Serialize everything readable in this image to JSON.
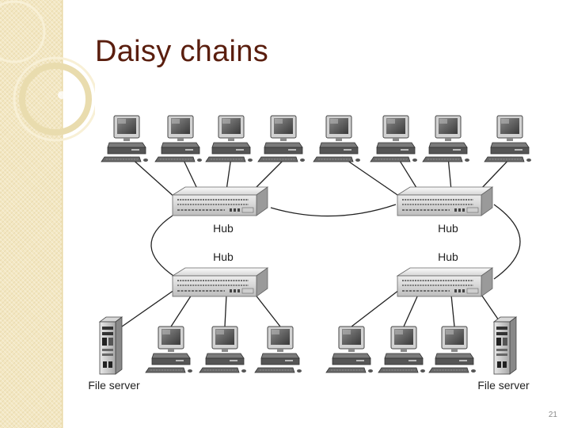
{
  "slide": {
    "title": "Daisy chains",
    "page_number": "21"
  },
  "diagram": {
    "hubs": [
      {
        "id": "hub-top-left",
        "label": "Hub"
      },
      {
        "id": "hub-top-right",
        "label": "Hub"
      },
      {
        "id": "hub-bottom-left",
        "label": "Hub"
      },
      {
        "id": "hub-bottom-right",
        "label": "Hub"
      }
    ],
    "servers": [
      {
        "id": "server-left",
        "label": "File server"
      },
      {
        "id": "server-right",
        "label": "File server"
      }
    ],
    "workstation_count_top": 8,
    "workstation_count_bottom": 6,
    "hub_links": [
      [
        "hub-top-left",
        "hub-top-right"
      ],
      [
        "hub-top-left",
        "hub-bottom-left"
      ],
      [
        "hub-top-right",
        "hub-bottom-right"
      ]
    ]
  },
  "colors": {
    "title": "#5a1e0e",
    "sidebar": "#f3e7c2",
    "cable": "#222222"
  }
}
